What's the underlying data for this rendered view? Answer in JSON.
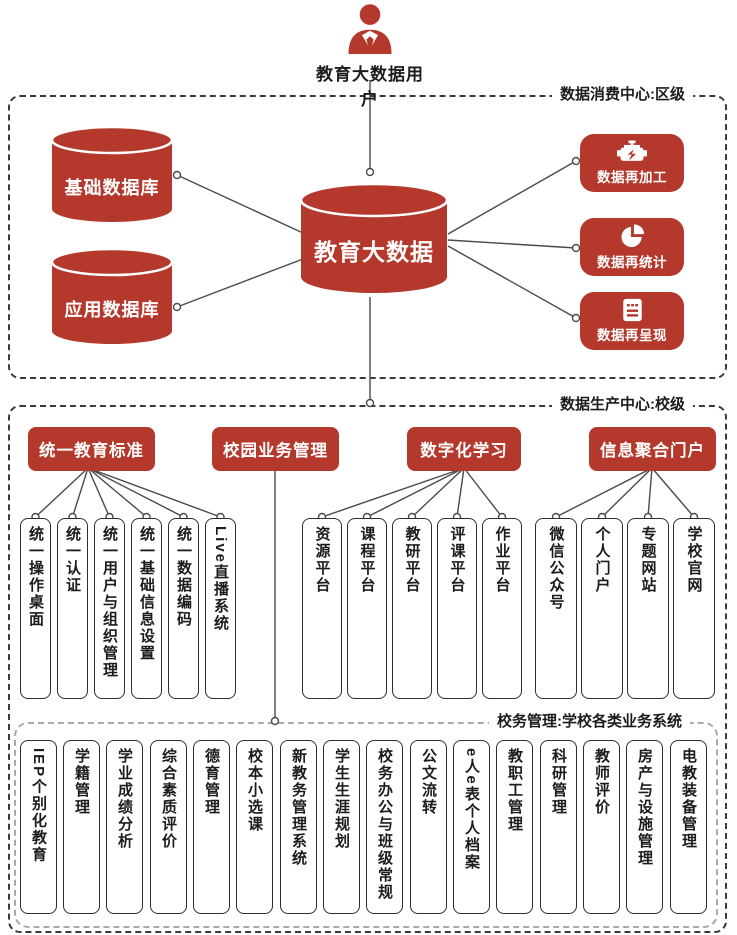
{
  "colors": {
    "accent_red": "#b4392c",
    "wire": "#4a4a4a",
    "inner_dash": "#a9a9a9"
  },
  "user": {
    "label": "教育大数据用户",
    "icon": "businessman-icon"
  },
  "consumption": {
    "label": "数据消费中心:区级",
    "databases": [
      "基础数据库",
      "应用数据库"
    ],
    "hub": "教育大数据",
    "outputs": [
      {
        "label": "数据再加工",
        "icon": "engine-icon"
      },
      {
        "label": "数据再统计",
        "icon": "pie-chart-icon"
      },
      {
        "label": "数据再呈现",
        "icon": "report-icon"
      }
    ]
  },
  "production": {
    "label": "数据生产中心:校级",
    "groups": [
      {
        "title": "统一教育标准",
        "items": [
          "统一操作桌面",
          "统一认证",
          "统一用户与组织管理",
          "统一基础信息设置",
          "统一数据编码",
          "Live直播系统"
        ]
      },
      {
        "title": "校园业务管理",
        "items": []
      },
      {
        "title": "数字化学习",
        "items": [
          "资源平台",
          "课程平台",
          "教研平台",
          "评课平台",
          "作业平台"
        ]
      },
      {
        "title": "信息聚合门户",
        "items": [
          "微信公众号",
          "个人门户",
          "专题网站",
          "学校官网"
        ]
      }
    ],
    "school_affairs": {
      "label": "校务管理:学校各类业务系统",
      "systems": [
        "IEP个别化教育",
        "学籍管理",
        "学业成绩分析",
        "综合素质评价",
        "德育管理",
        "校本小选课",
        "新教务管理系统",
        "学生生涯规划",
        "校务办公与班级常规",
        "公文流转",
        "e人e表个人档案",
        "教职工管理",
        "科研管理",
        "教师评价",
        "房产与设施管理",
        "电教装备管理"
      ]
    }
  }
}
